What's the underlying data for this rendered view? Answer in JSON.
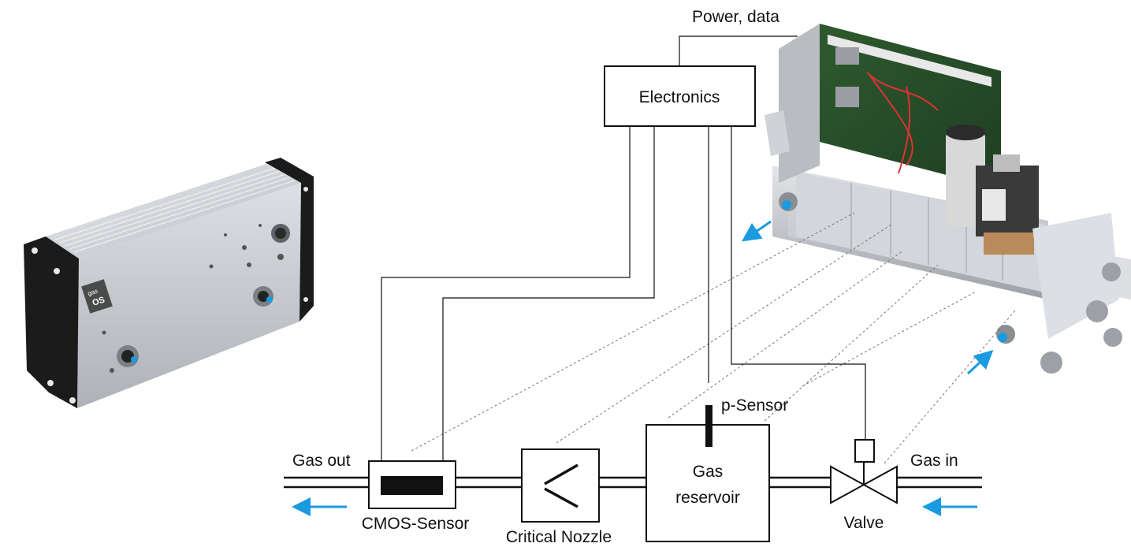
{
  "labels": {
    "power_data": "Power, data",
    "electronics": "Electronics",
    "p_sensor": "p-Sensor",
    "gas_out": "Gas out",
    "gas_in": "Gas in",
    "cmos_sensor": "CMOS-Sensor",
    "critical_nozzle": "Critical Nozzle",
    "gas_reservoir_line1": "Gas",
    "gas_reservoir_line2": "reservoir",
    "valve": "Valve"
  },
  "device_logo": {
    "line1": "gas",
    "line2": "OS"
  },
  "colors": {
    "flow_arrow": "#1a9be0",
    "line": "#111111",
    "leader": "#777777",
    "device_body": "#c9ccd1",
    "endcap": "#1b1b1b"
  }
}
